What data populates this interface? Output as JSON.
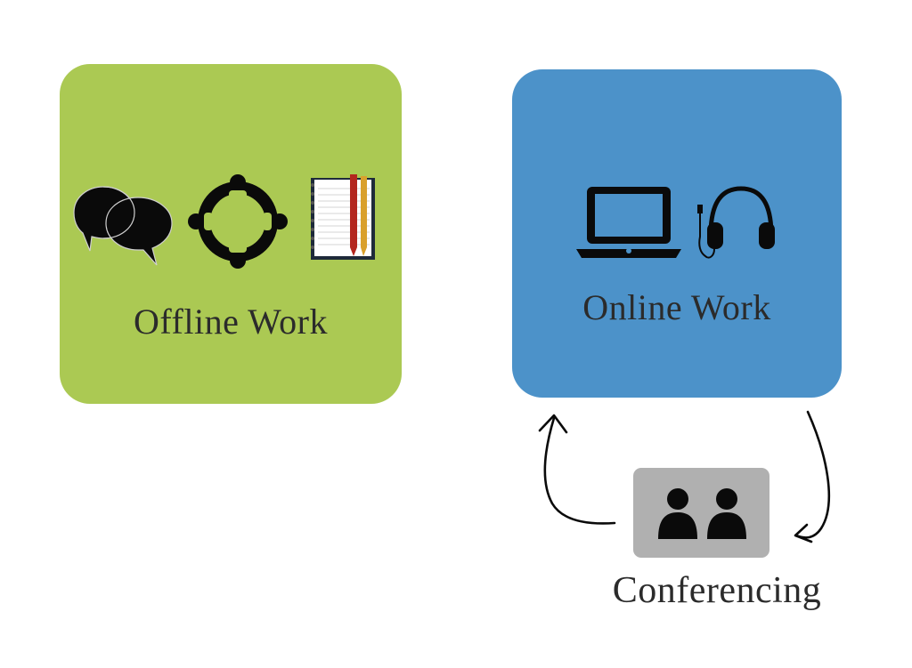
{
  "colors": {
    "offline": "#abc953",
    "online": "#4c92c9",
    "conferencing": "#b0b0b0",
    "icon": "#0a0a0a"
  },
  "offline": {
    "label": "Offline Work",
    "icons": [
      "speech-bubbles-icon",
      "meeting-circle-icon",
      "notebook-pencils-icon"
    ]
  },
  "online": {
    "label": "Online Work",
    "icons": [
      "laptop-icon",
      "headphones-icon"
    ]
  },
  "conferencing": {
    "label": "Conferencing",
    "icons": [
      "two-people-icon"
    ]
  }
}
